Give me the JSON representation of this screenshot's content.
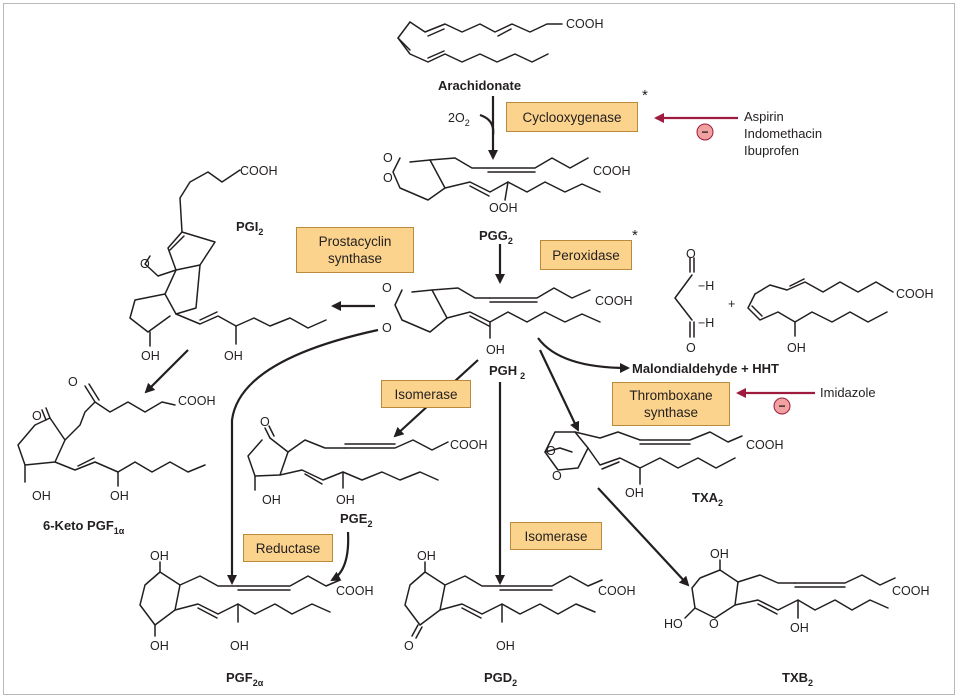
{
  "compounds": {
    "arachidonate": "Arachidonate",
    "pgg2": "PGG",
    "pgg2_sub": "2",
    "pgh2": "PGH",
    "pgh2_sub": "2",
    "pgi2": "PGI",
    "pgi2_sub": "2",
    "keto_pgf1a": "6-Keto PGF",
    "keto_pgf1a_sub": "1α",
    "pge2": "PGE",
    "pge2_sub": "2",
    "pgf2a": "PGF",
    "pgf2a_sub": "2α",
    "pgd2": "PGD",
    "pgd2_sub": "2",
    "txa2": "TXA",
    "txa2_sub": "2",
    "txb2": "TXB",
    "txb2_sub": "2",
    "mda_hht": "Malondialdehyde + HHT"
  },
  "enzymes": {
    "cyclooxygenase": "Cyclooxygenase",
    "peroxidase": "Peroxidase",
    "prostacyclin_synthase": [
      "Prostacyclin",
      "synthase"
    ],
    "isomerase_pge": "Isomerase",
    "isomerase_pgd": "Isomerase",
    "thromboxane_synthase": [
      "Thromboxane",
      "synthase"
    ],
    "reductase": "Reductase"
  },
  "inhibitors": {
    "cox_drugs": [
      "Aspirin",
      "Indomethacin",
      "Ibuprofen"
    ],
    "tx_drug": "Imidazole",
    "symbol": "−"
  },
  "reagents": {
    "o2": "2O",
    "o2_sub": "2",
    "asterisk": "*"
  },
  "atoms": {
    "cooh": "COOH",
    "ooh": "OOH",
    "oh": "OH",
    "o": "O",
    "h": "H",
    "ho": "HO",
    "plus": "+",
    "dash_h": "−H"
  },
  "colors": {
    "enzyme_fill": "#fbd38c",
    "inhibition": "#9e1b3f",
    "inhibitor_circle": "#f2a1a1"
  }
}
